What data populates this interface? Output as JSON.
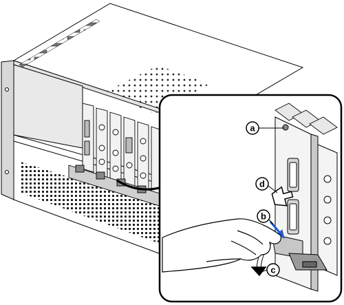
{
  "figure": {
    "callouts": [
      {
        "id": "a",
        "label": "a"
      },
      {
        "id": "b",
        "label": "b"
      },
      {
        "id": "c",
        "label": "c"
      },
      {
        "id": "d",
        "label": "d"
      }
    ],
    "colors": {
      "line": "#000000",
      "paper": "#ffffff",
      "chassis_shade": "#cfcfcf",
      "light_shade": "#e4e4e4",
      "dark_shade": "#8a8a8a",
      "callout_fill": "#ffffff",
      "accent_arrow": "#1e5bd6"
    },
    "icons": [
      "chassis-drawing",
      "detail-inset",
      "hand-drawing",
      "connector-icon",
      "latch-icon"
    ]
  }
}
